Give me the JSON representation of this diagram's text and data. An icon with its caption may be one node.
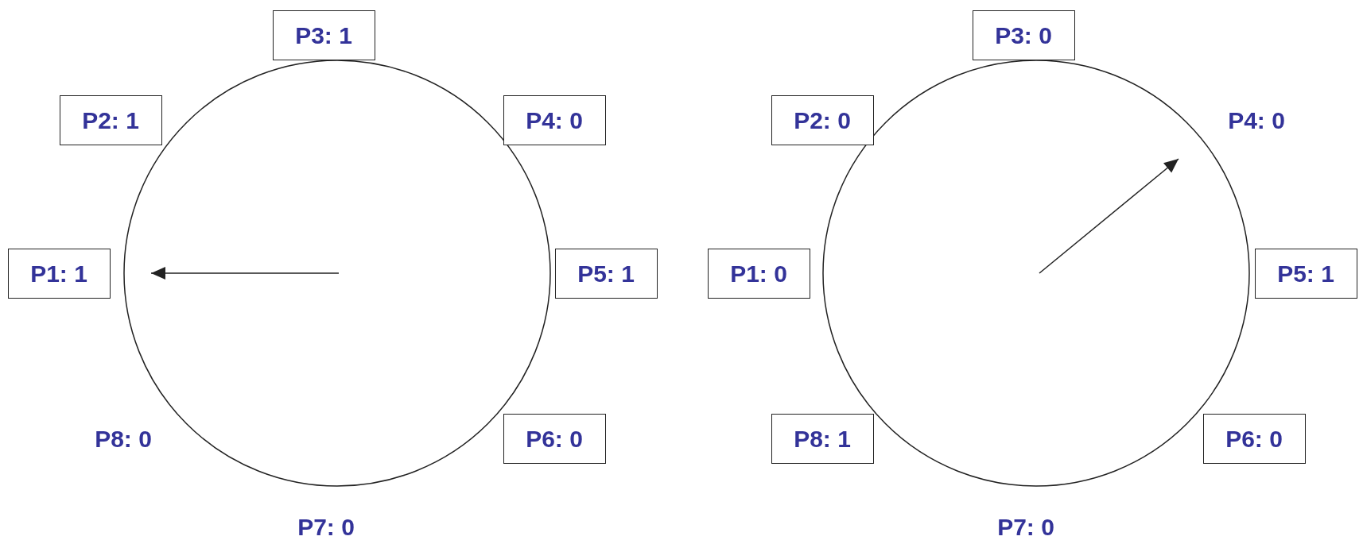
{
  "diagram": {
    "nodes": [
      {
        "text": [
          "P3: 1"
        ]
      },
      {
        "text": [
          "P2: 1"
        ]
      },
      {
        "text": [
          "P4: 0"
        ]
      },
      {
        "text": [
          "P1: 1"
        ]
      },
      {
        "text": [
          "P5: 1"
        ]
      },
      {
        "text": [
          "P6: 0"
        ]
      },
      {
        "text": [
          "P3: 0"
        ]
      },
      {
        "text": [
          "P2: 0"
        ]
      },
      {
        "text": [
          "P1: 0"
        ]
      },
      {
        "text": [
          "P5: 1"
        ]
      },
      {
        "text": [
          "P8: 1"
        ]
      },
      {
        "text": [
          "P6: 0"
        ]
      }
    ],
    "labels": [
      "P8: 0",
      "P7: 0",
      "P4: 0",
      "P7: 0"
    ]
  }
}
